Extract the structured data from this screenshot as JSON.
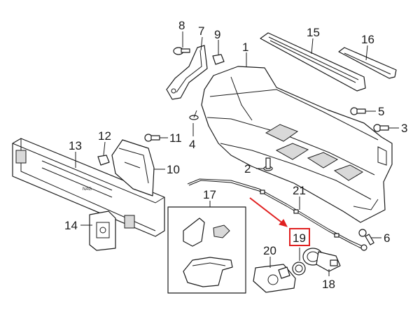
{
  "diagram": {
    "callouts": [
      {
        "id": "1",
        "text": "1"
      },
      {
        "id": "2",
        "text": "2"
      },
      {
        "id": "3",
        "text": "3"
      },
      {
        "id": "4",
        "text": "4"
      },
      {
        "id": "5",
        "text": "5"
      },
      {
        "id": "6",
        "text": "6"
      },
      {
        "id": "7",
        "text": "7"
      },
      {
        "id": "8",
        "text": "8"
      },
      {
        "id": "9",
        "text": "9"
      },
      {
        "id": "10",
        "text": "10"
      },
      {
        "id": "11",
        "text": "11"
      },
      {
        "id": "12",
        "text": "12"
      },
      {
        "id": "13",
        "text": "13"
      },
      {
        "id": "14",
        "text": "14"
      },
      {
        "id": "15",
        "text": "15"
      },
      {
        "id": "16",
        "text": "16"
      },
      {
        "id": "17",
        "text": "17"
      },
      {
        "id": "18",
        "text": "18"
      },
      {
        "id": "19",
        "text": "19"
      },
      {
        "id": "20",
        "text": "20"
      },
      {
        "id": "21",
        "text": "21"
      }
    ],
    "highlighted_callout": "19",
    "highlight_color": "#e02020",
    "line_color": "#1a1a1a",
    "reinforcement_stamp": "NAG"
  }
}
